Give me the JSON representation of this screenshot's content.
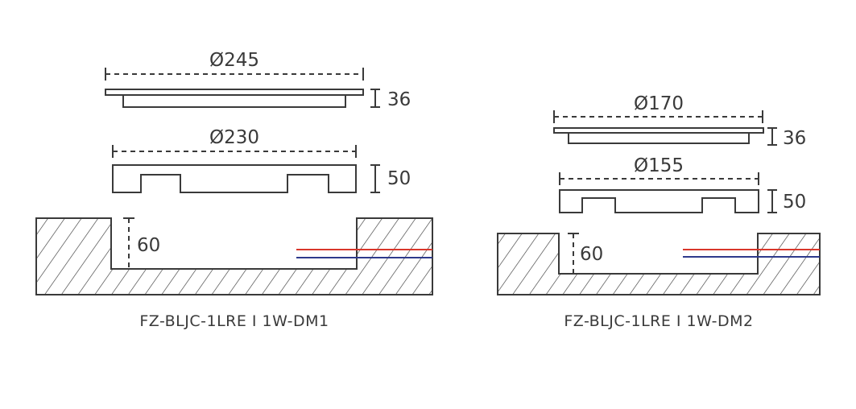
{
  "colors": {
    "line": "#3a3a3a",
    "wire_red": "#d9372b",
    "wire_blue": "#2e3a8c"
  },
  "diagrams": [
    {
      "model": "FZ-BLJC-1LRE I 1W-DM1",
      "cover_diameter": "Ø245",
      "cover_height": "36",
      "frame_diameter": "Ø230",
      "frame_height": "50",
      "recess_depth": "60"
    },
    {
      "model": "FZ-BLJC-1LRE I 1W-DM2",
      "cover_diameter": "Ø170",
      "cover_height": "36",
      "frame_diameter": "Ø155",
      "frame_height": "50",
      "recess_depth": "60"
    }
  ]
}
